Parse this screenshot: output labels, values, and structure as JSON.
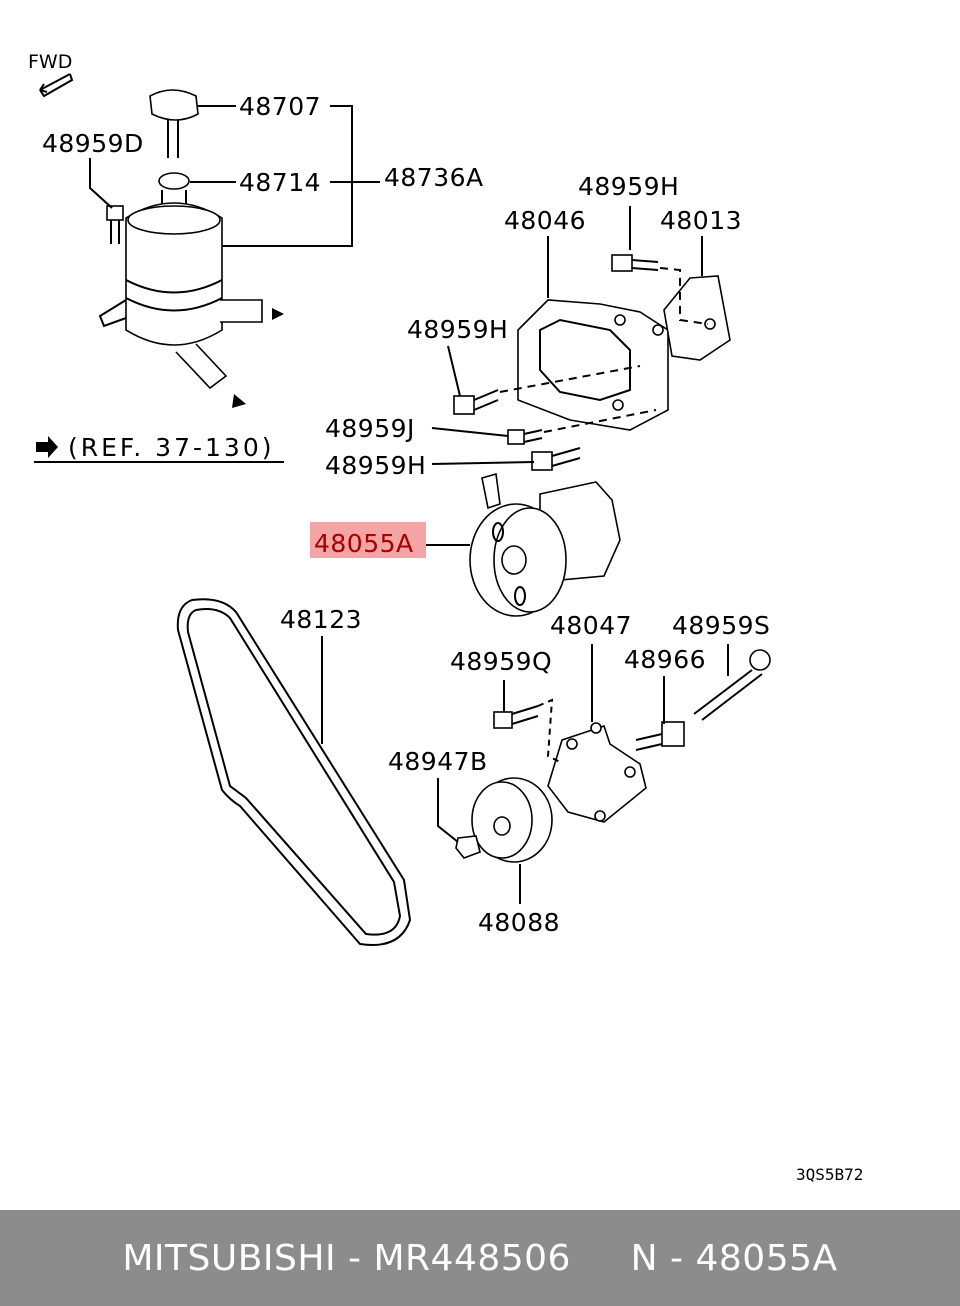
{
  "diagram": {
    "fwd_label": "FWD",
    "ref_label": "(REF. 37-130)",
    "figure_code": "3QS5B72",
    "highlighted_part": "48055A",
    "parts": {
      "p48707": "48707",
      "p48959D": "48959D",
      "p48714": "48714",
      "p48736A": "48736A",
      "p48959H_top": "48959H",
      "p48046": "48046",
      "p48013": "48013",
      "p48959H_mid": "48959H",
      "p48959J": "48959J",
      "p48959H_low": "48959H",
      "p48055A": "48055A",
      "p48123": "48123",
      "p48047": "48047",
      "p48959S": "48959S",
      "p48959Q": "48959Q",
      "p48966": "48966",
      "p48947B": "48947B",
      "p48088": "48088"
    }
  },
  "footer": {
    "text": "MITSUBISHI - MR448506     N - 48055A"
  },
  "colors": {
    "highlight": "#f29a9a",
    "footer_bg": "#8c8c8c"
  }
}
